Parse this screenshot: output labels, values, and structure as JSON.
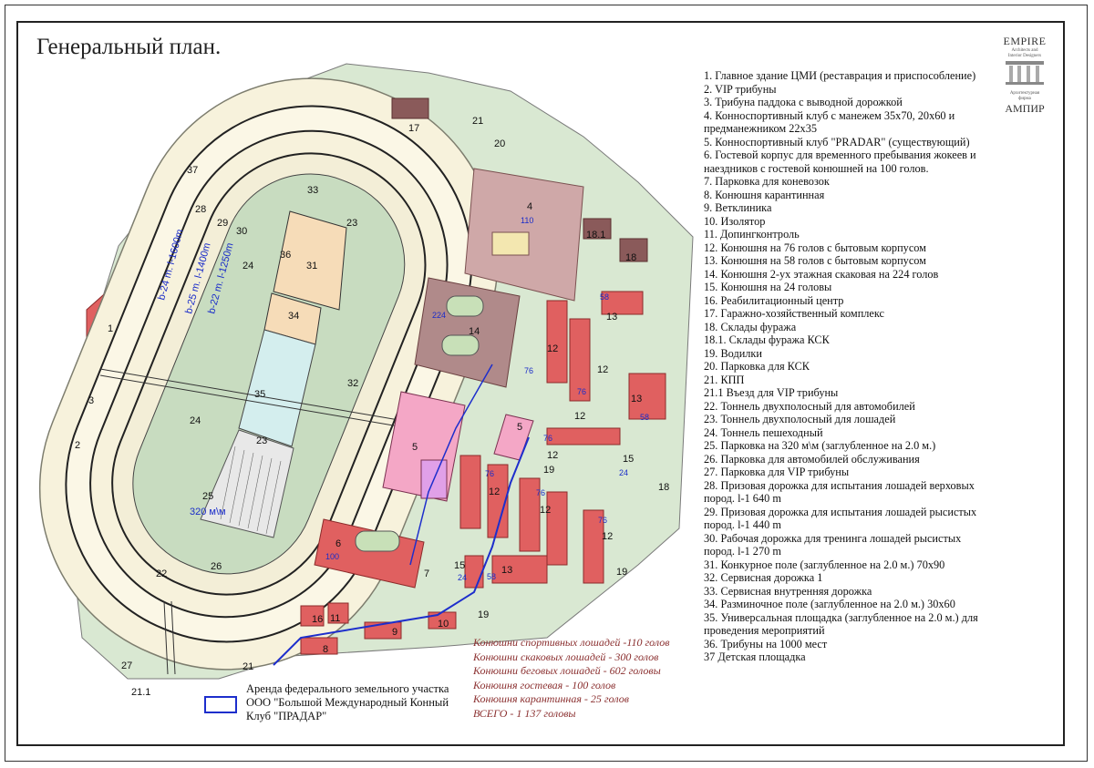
{
  "title": "Генеральный план.",
  "logo": {
    "brand": "EMPIRE",
    "sub_lines": [
      "Architects and",
      "Interior Designers"
    ],
    "firm_lines": [
      "Архитектурная",
      "фирма"
    ],
    "brand_ru": "АМПИР"
  },
  "legend": [
    "1. Главное здание ЦМИ (реставрация и приспособление)",
    "2. VIP трибуны",
    "3. Трибуна паддока с выводной дорожкой",
    "4. Конноспортивный клуб с манежем 35х70, 20х60 и предманежником 22х35",
    "5. Конноспортивный клуб \"PRADAR\" (существующий)",
    "6. Гостевой корпус для временного пребывания жокеев и наездников с гостевой конюшней на 100 голов.",
    "7. Парковка для коневозок",
    "8. Конюшня карантинная",
    "9. Ветклиника",
    "10. Изолятор",
    "11. Допингконтроль",
    "12. Конюшня на 76 голов с бытовым корпусом",
    "13. Конюшня на 58 голов с бытовым корпусом",
    "14. Конюшня 2-ух этажная скаковая на 224 голов",
    "15. Конюшня на 24 головы",
    "16. Реабилитационный центр",
    "17. Гаражно-хозяйственный комплекс",
    "18. Склады фуража",
    "18.1. Склады фуража КСК",
    "19. Водилки",
    "20. Парковка для КСК",
    "21. КПП",
    "21.1 Въезд для VIP трибуны",
    "22. Тоннель двухполосный для автомобилей",
    "23. Тоннель двухполосный для лошадей",
    "24. Тоннель пешеходный",
    "25. Парковка на 320 м\\м (заглубленное на 2.0 м.)",
    "26. Парковка для автомобилей обслуживания",
    "27. Парковка для VIP трибуны",
    "28. Призовая дорожка для испытания лошадей верховых пород. l-1 640 m",
    "29. Призовая дорожка для испытания лошадей рысистых пород. l-1 440 m",
    "30. Рабочая дорожка для тренинга лошадей рысистых пород. l-1 270 m",
    "31. Конкурное поле (заглубленное на 2.0 м.) 70х90",
    "32. Сервисная дорожка 1",
    "33. Сервисная внутренняя дорожка",
    "34. Разминочное поле (заглубленное на 2.0 м.) 30х60",
    "35. Универсальная площадка (заглубленное на 2.0 м.) для проведения мероприятий",
    "36. Трибуны на 1000 мест",
    "37 Детская площадка"
  ],
  "stats": [
    "Конюшни спортивных лошадей -110 голов",
    "Конюшни скаковых лошадей - 300 голов",
    "Конюшни беговых лошадей - 602 головы",
    "Конюшня гостевая - 100 голов",
    "Конюшня карантинная - 25 голов",
    "ВСЕГО - 1 137 головы"
  ],
  "lease_note": "Аренда федерального земельного участка ООО \"Большой Международный Конный Клуб \"ПРАДАР\"",
  "track_labels": [
    "b-24 m. l-1600m",
    "b-25 m. l-1400m",
    "b-22 m. l-1250m"
  ],
  "parking_label": "320 м\\м",
  "map_numbers": {
    "n1": "1",
    "n2": "2",
    "n3": "3",
    "n4": "4",
    "n5a": "5",
    "n5b": "5",
    "n6": "6",
    "n7": "7",
    "n8": "8",
    "n9": "9",
    "n10": "10",
    "n11": "11",
    "n12a": "12",
    "n12b": "12",
    "n12c": "12",
    "n12d": "12",
    "n12e": "12",
    "n12f": "12",
    "n12g": "12",
    "n13a": "13",
    "n13b": "13",
    "n13c": "13",
    "n14": "14",
    "n15a": "15",
    "n15b": "15",
    "n16": "16",
    "n17": "17",
    "n18": "18",
    "n18b": "18",
    "n181": "18.1",
    "n19a": "19",
    "n19b": "19",
    "n19c": "19",
    "n20": "20",
    "n21a": "21",
    "n21b": "21",
    "n211": "21.1",
    "n22": "22",
    "n23a": "23",
    "n23b": "23",
    "n24a": "24",
    "n24b": "24",
    "n25": "25",
    "n26": "26",
    "n27": "27",
    "n28": "28",
    "n29": "29",
    "n30": "30",
    "n31": "31",
    "n32": "32",
    "n33": "33",
    "n34": "34",
    "n35": "35",
    "n36": "36",
    "n37": "37"
  },
  "capacity_numbers": {
    "c110": "110",
    "c224": "224",
    "c58a": "58",
    "c58b": "58",
    "c58c": "58",
    "c76a": "76",
    "c76b": "76",
    "c76c": "76",
    "c76d": "76",
    "c76e": "76",
    "c76f": "76",
    "c24a": "24",
    "c24b": "24",
    "c100": "100"
  },
  "colors": {
    "track_fill": "#f7f2dc",
    "grass": "#c8dcc0",
    "brick_red": "#e06060",
    "pink": "#f4a7c6",
    "mauve": "#b48c8c",
    "lease_border": "#1d2ecc"
  }
}
